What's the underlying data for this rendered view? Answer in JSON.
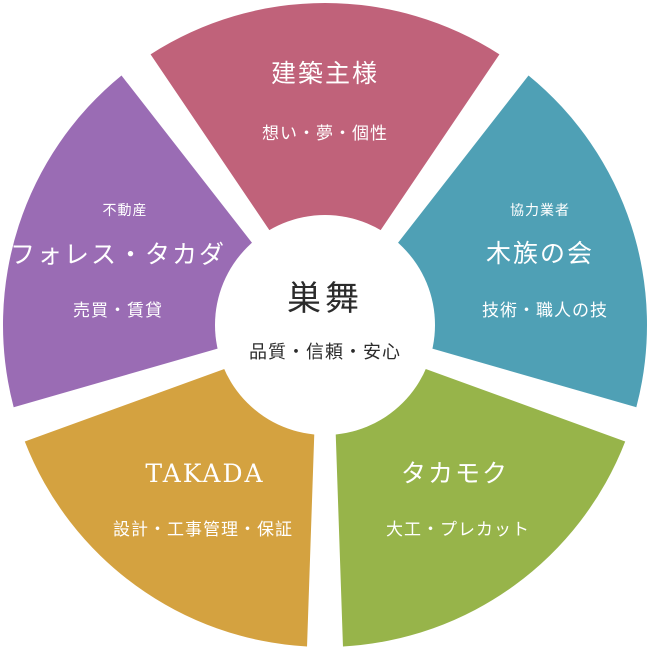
{
  "center": {
    "title": "巣舞",
    "subtitle": "品質・信頼・安心"
  },
  "segments": {
    "top": {
      "color": "#c0627a",
      "title": "建築主様",
      "subtitle": "想い・夢・個性"
    },
    "upper_right": {
      "color": "#4fa0b5",
      "label": "協力業者",
      "title": "木族の会",
      "subtitle": "技術・職人の技"
    },
    "lower_right": {
      "color": "#97b44a",
      "title": "タカモク",
      "subtitle": "大工・プレカット"
    },
    "lower_left": {
      "color": "#d4a240",
      "title": "TAKADA",
      "subtitle": "設計・工事管理・保証"
    },
    "upper_left": {
      "color": "#9a6cb4",
      "label": "不動産",
      "title": "フォレス・タカダ",
      "subtitle": "売買・賃貸"
    }
  }
}
